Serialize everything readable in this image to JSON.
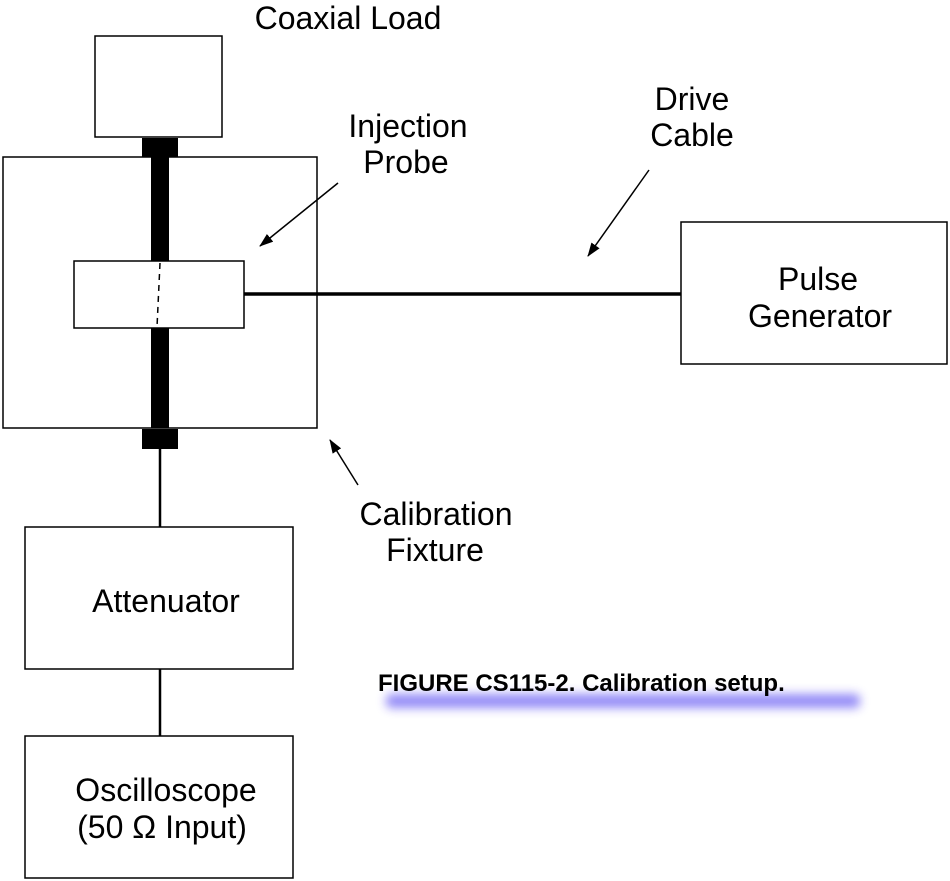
{
  "labels": {
    "coaxial_load": "Coaxial Load",
    "injection_probe_line1": "Injection",
    "injection_probe_line2": "Probe",
    "drive_cable_line1": "Drive",
    "drive_cable_line2": "Cable",
    "pulse_generator_line1": "Pulse",
    "pulse_generator_line2": "Generator",
    "calibration_fixture_line1": "Calibration",
    "calibration_fixture_line2": "Fixture",
    "attenuator": "Attenuator",
    "oscilloscope_line1": "Oscilloscope",
    "oscilloscope_line2": "(50 Ω Input)"
  },
  "caption": "FIGURE CS115-2.  Calibration setup.",
  "colors": {
    "stroke": "#000000",
    "caption_glow": "#3b2cf0"
  }
}
